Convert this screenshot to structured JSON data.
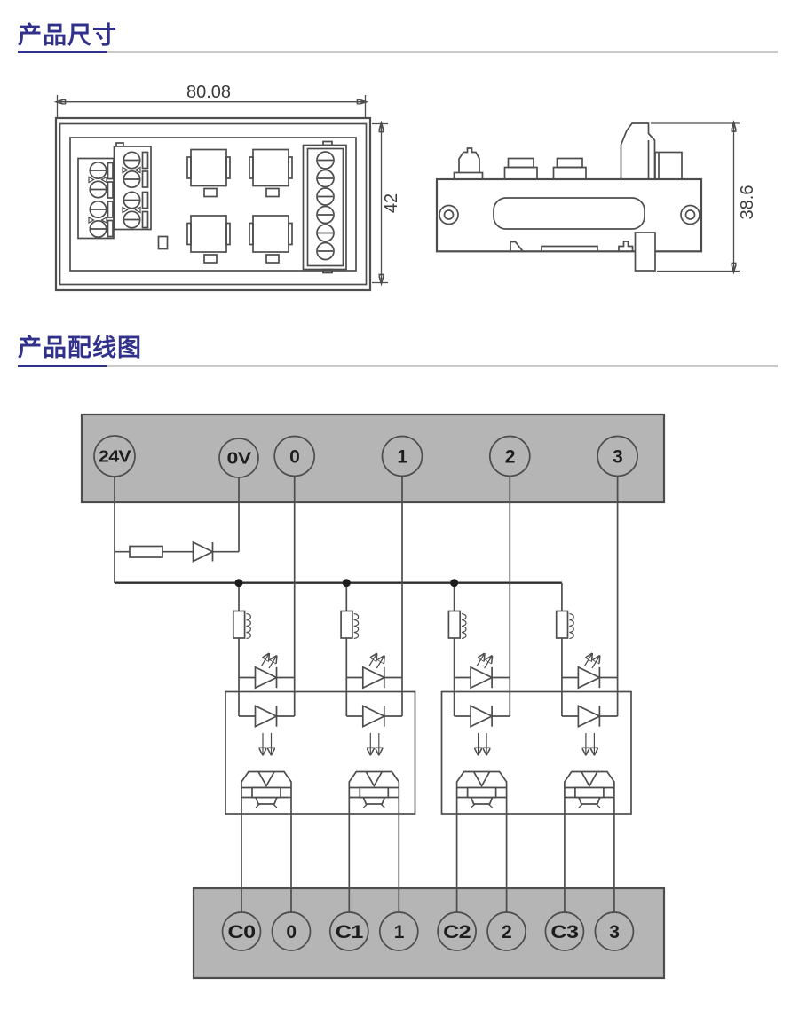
{
  "sections": {
    "dimensions": {
      "title": "产品尺寸"
    },
    "wiring": {
      "title": "产品配线图"
    }
  },
  "colors": {
    "accent": "#31318c",
    "rule_gray": "#c9c9c9",
    "line": "#4d4d4d",
    "bar_fill": "#b5b5b5",
    "label": "#1d1d1d"
  },
  "dimension_drawing": {
    "front_width": "80.08",
    "front_height": "42",
    "side_height": "38.6"
  },
  "wiring_diagram": {
    "top_terminals": [
      "24V",
      "0V",
      "0",
      "1",
      "2",
      "3"
    ],
    "bottom_terminals": [
      "C0",
      "0",
      "C1",
      "1",
      "C2",
      "2",
      "C3",
      "3"
    ],
    "symbols": {
      "fuse": "fuse-rect",
      "protection_diode": "diode-triangle",
      "coil": "relay-coil",
      "input_led": "led-emitting-arrows",
      "photodiode": "photodiode-down-arrows",
      "output_switch": "mosfet-output-switch"
    },
    "channel_count": 4
  }
}
